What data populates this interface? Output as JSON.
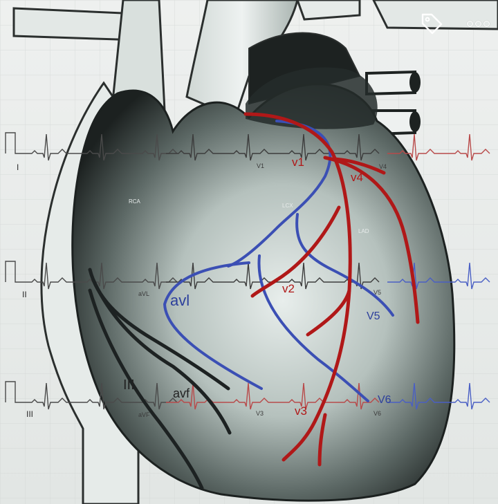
{
  "labels": {
    "ecg_leads": [
      "I",
      "II",
      "III"
    ],
    "small": {
      "v1": "V1",
      "v4": "V4",
      "avl": "aVL",
      "v5": "V5",
      "avf": "aVF",
      "v3": "V3",
      "v6": "V6",
      "rca": "RCA",
      "lcx": "LCX",
      "lad": "LAD"
    },
    "large": {
      "v1": "v1",
      "v4": "v4",
      "avl": "avl",
      "v2": "v2",
      "v5": "V5",
      "iii": "III",
      "avf": "avf",
      "v6": "V6",
      "v3": "v3"
    }
  },
  "colors": {
    "red_artery": "#b01818",
    "blue_artery": "#3b4fb4",
    "dark_artery": "#1d2222",
    "ecg_trace": "#707070",
    "ecg_red": "#b84a4a",
    "ecg_blue": "#4a5fc4",
    "label_blue": "#2c3f9c",
    "label_red": "#b01818",
    "heart_dark": "#1b1f1e",
    "heart_light": "#e6ecea",
    "vessel_fill": "#dbe2df",
    "vessel_stroke": "#2b2f2e"
  },
  "icons": {
    "tag": "tag-icon",
    "more": "more-dots-icon"
  }
}
